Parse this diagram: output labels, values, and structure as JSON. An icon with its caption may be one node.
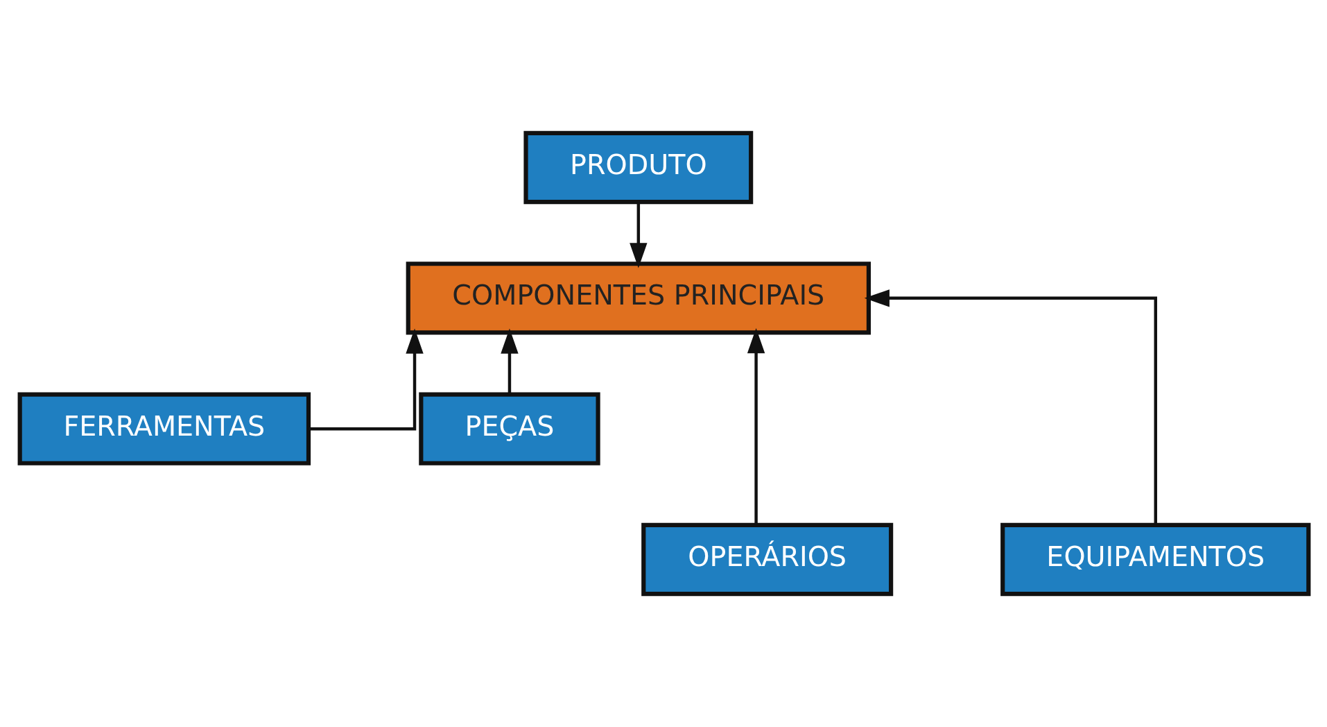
{
  "diagram": {
    "nodes": [
      {
        "text": [
          "PRODUTO"
        ]
      },
      {
        "text": [
          "COMPONENTES PRINCIPAIS"
        ]
      },
      {
        "text": [
          "FERRAMENTAS"
        ]
      },
      {
        "text": [
          "PEÇAS"
        ]
      },
      {
        "text": [
          "OPERÁRIOS"
        ]
      },
      {
        "text": [
          "EQUIPAMENTOS"
        ]
      }
    ],
    "edges": [
      {
        "from": 0,
        "to": 1,
        "arrow": "to"
      },
      {
        "from": 2,
        "to": 1,
        "arrow": "to"
      },
      {
        "from": 3,
        "to": 1,
        "arrow": "to"
      },
      {
        "from": 4,
        "to": 1,
        "arrow": "to"
      },
      {
        "from": 5,
        "to": 1,
        "arrow": "to"
      }
    ]
  }
}
